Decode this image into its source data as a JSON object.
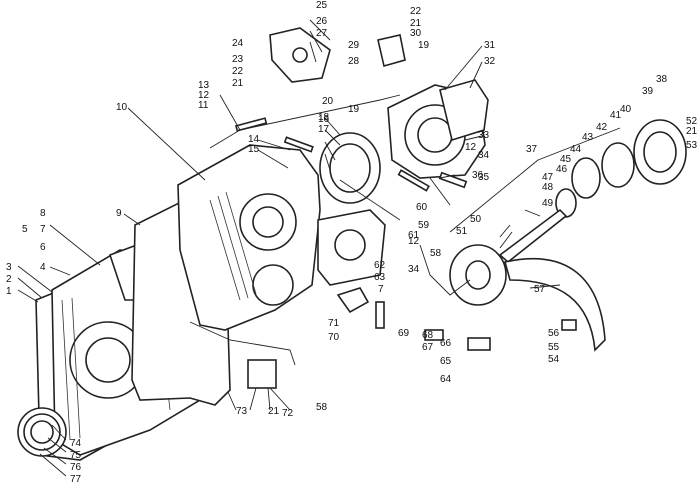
{
  "figure": {
    "callouts": [
      {
        "id": "c1",
        "text": "1"
      },
      {
        "id": "c2",
        "text": "2"
      },
      {
        "id": "c3",
        "text": "3"
      },
      {
        "id": "c4",
        "text": "4"
      },
      {
        "id": "c5",
        "text": "5"
      },
      {
        "id": "c6",
        "text": "6"
      },
      {
        "id": "c7a",
        "text": "7"
      },
      {
        "id": "c7b",
        "text": "7"
      },
      {
        "id": "c8",
        "text": "8"
      },
      {
        "id": "c9",
        "text": "9"
      },
      {
        "id": "c10",
        "text": "10"
      },
      {
        "id": "c11",
        "text": "11"
      },
      {
        "id": "c12a",
        "text": "12"
      },
      {
        "id": "c12b",
        "text": "12"
      },
      {
        "id": "c12c",
        "text": "12"
      },
      {
        "id": "c13",
        "text": "13"
      },
      {
        "id": "c14",
        "text": "14"
      },
      {
        "id": "c15",
        "text": "15"
      },
      {
        "id": "c16",
        "text": "16"
      },
      {
        "id": "c17",
        "text": "17"
      },
      {
        "id": "c18",
        "text": "18"
      },
      {
        "id": "c19a",
        "text": "19"
      },
      {
        "id": "c19b",
        "text": "19"
      },
      {
        "id": "c20",
        "text": "20"
      },
      {
        "id": "c21a",
        "text": "21"
      },
      {
        "id": "c21b",
        "text": "21"
      },
      {
        "id": "c21c",
        "text": "21"
      },
      {
        "id": "c21d",
        "text": "21"
      },
      {
        "id": "c22a",
        "text": "22"
      },
      {
        "id": "c22b",
        "text": "22"
      },
      {
        "id": "c23",
        "text": "23"
      },
      {
        "id": "c24",
        "text": "24"
      },
      {
        "id": "c25",
        "text": "25"
      },
      {
        "id": "c26",
        "text": "26"
      },
      {
        "id": "c27",
        "text": "27"
      },
      {
        "id": "c28",
        "text": "28"
      },
      {
        "id": "c29",
        "text": "29"
      },
      {
        "id": "c30",
        "text": "30"
      },
      {
        "id": "c31",
        "text": "31"
      },
      {
        "id": "c32",
        "text": "32"
      },
      {
        "id": "c33",
        "text": "33"
      },
      {
        "id": "c34a",
        "text": "34"
      },
      {
        "id": "c34b",
        "text": "34"
      },
      {
        "id": "c35",
        "text": "35"
      },
      {
        "id": "c36",
        "text": "36"
      },
      {
        "id": "c37",
        "text": "37"
      },
      {
        "id": "c38",
        "text": "38"
      },
      {
        "id": "c39",
        "text": "39"
      },
      {
        "id": "c40",
        "text": "40"
      },
      {
        "id": "c41",
        "text": "41"
      },
      {
        "id": "c42",
        "text": "42"
      },
      {
        "id": "c43",
        "text": "43"
      },
      {
        "id": "c44",
        "text": "44"
      },
      {
        "id": "c45",
        "text": "45"
      },
      {
        "id": "c46",
        "text": "46"
      },
      {
        "id": "c47",
        "text": "47"
      },
      {
        "id": "c48",
        "text": "48"
      },
      {
        "id": "c49",
        "text": "49"
      },
      {
        "id": "c50",
        "text": "50"
      },
      {
        "id": "c51",
        "text": "51"
      },
      {
        "id": "c52",
        "text": "52"
      },
      {
        "id": "c53",
        "text": "53"
      },
      {
        "id": "c54",
        "text": "54"
      },
      {
        "id": "c55",
        "text": "55"
      },
      {
        "id": "c56",
        "text": "56"
      },
      {
        "id": "c57",
        "text": "57"
      },
      {
        "id": "c58a",
        "text": "58"
      },
      {
        "id": "c58b",
        "text": "58"
      },
      {
        "id": "c59",
        "text": "59"
      },
      {
        "id": "c60",
        "text": "60"
      },
      {
        "id": "c61",
        "text": "61"
      },
      {
        "id": "c62",
        "text": "62"
      },
      {
        "id": "c63",
        "text": "63"
      },
      {
        "id": "c64",
        "text": "64"
      },
      {
        "id": "c65",
        "text": "65"
      },
      {
        "id": "c66",
        "text": "66"
      },
      {
        "id": "c67",
        "text": "67"
      },
      {
        "id": "c68",
        "text": "68"
      },
      {
        "id": "c69",
        "text": "69"
      },
      {
        "id": "c70",
        "text": "70"
      },
      {
        "id": "c71",
        "text": "71"
      },
      {
        "id": "c72",
        "text": "72"
      },
      {
        "id": "c73",
        "text": "73"
      },
      {
        "id": "c74",
        "text": "74"
      },
      {
        "id": "c75",
        "text": "75"
      },
      {
        "id": "c76",
        "text": "76"
      },
      {
        "id": "c77",
        "text": "77"
      }
    ]
  }
}
